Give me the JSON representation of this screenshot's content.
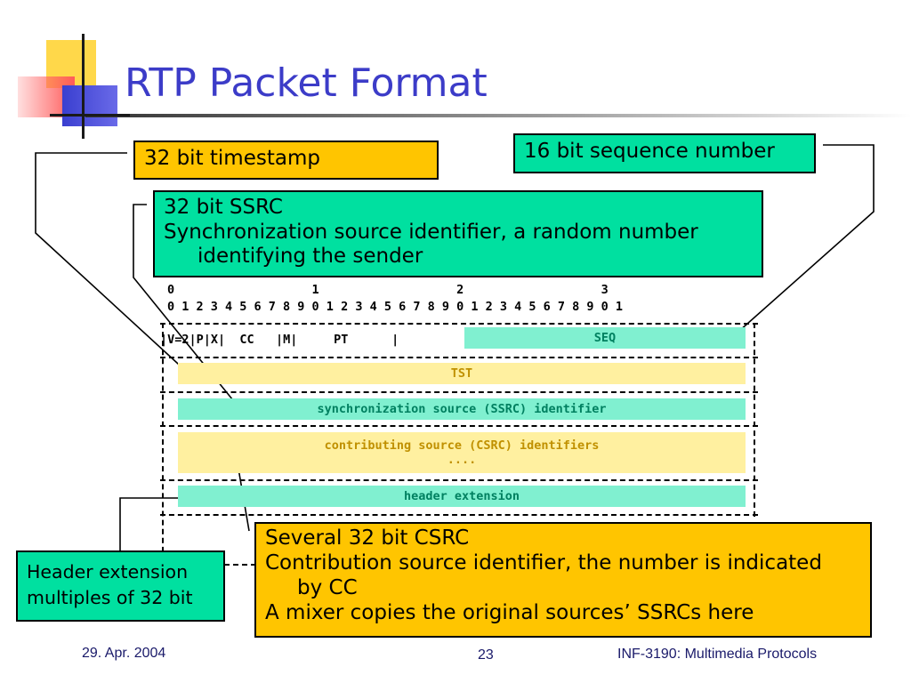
{
  "title": "RTP Packet Format",
  "callouts": {
    "timestamp": "32 bit timestamp",
    "sequence": "16 bit sequence number",
    "ssrc_title": "32 bit SSRC",
    "ssrc_desc_1": "Synchronization source identifier, a random number",
    "ssrc_desc_2": "identifying the sender",
    "header_ext_1": "Header extension",
    "header_ext_2": "multiples of 32 bit",
    "csrc_title": "Several 32 bit CSRC",
    "csrc_desc_1": "Contribution source identifier, the number is indicated",
    "csrc_desc_2": "by CC",
    "csrc_desc_3": "A mixer copies the original sources’ SSRCs here"
  },
  "diagram": {
    "bit_tens": "0                   1                   2                   3",
    "bit_units": "0 1 2 3 4 5 6 7 8 9 0 1 2 3 4 5 6 7 8 9 0 1 2 3 4 5 6 7 8 9 0 1",
    "row1_left": "|V=2|P|X|  CC   |M|     PT      |",
    "row1_right": "|",
    "fields": {
      "seq": "SEQ",
      "tst": "TST",
      "ssrc": "synchronization source (SSRC) identifier",
      "csrc": "contributing source (CSRC) identifiers",
      "csrc_dots": "....",
      "header_ext": "header extension"
    }
  },
  "footer": {
    "date": "29. Apr. 2004",
    "page": "23",
    "course": "INF-3190: Multimedia Protocols"
  }
}
